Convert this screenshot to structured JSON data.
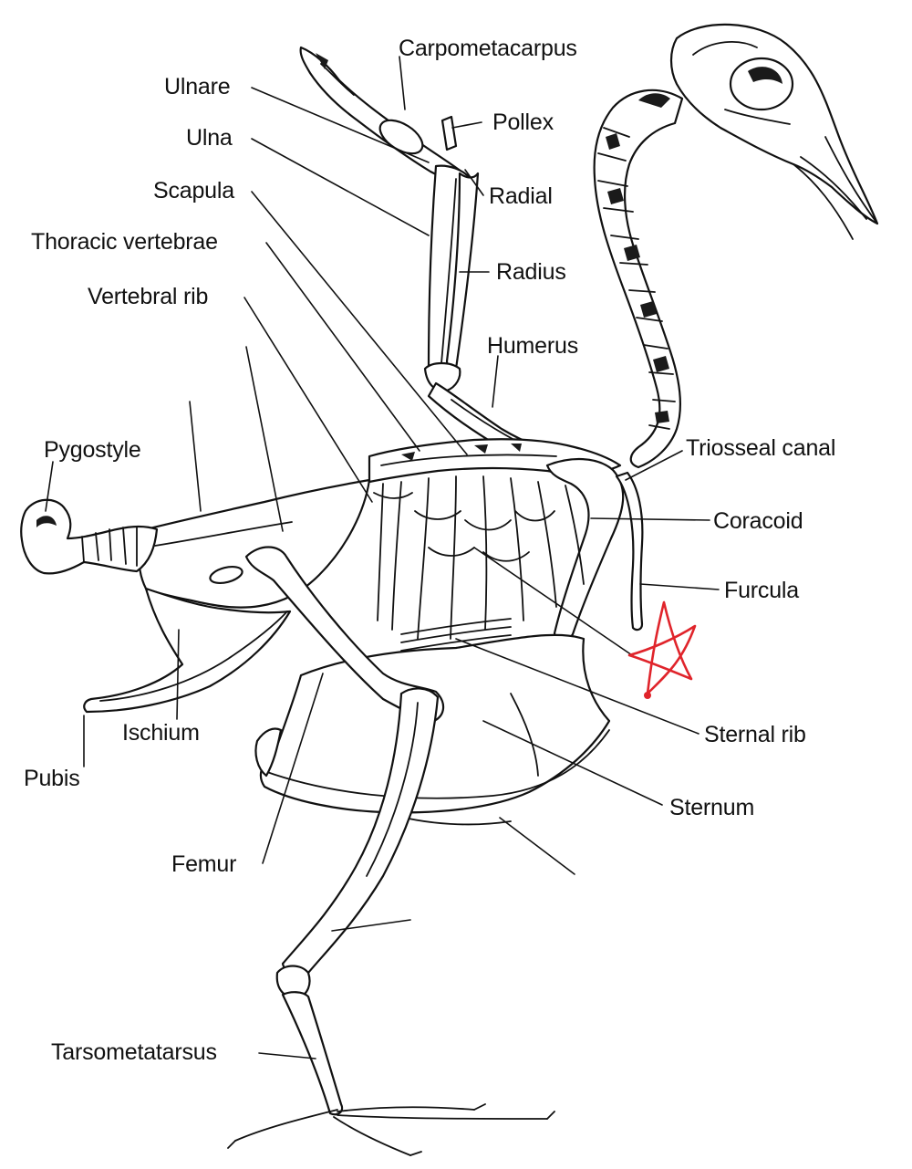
{
  "labels": {
    "carpometacarpus": "Carpometacarpus",
    "ulnare": "Ulnare",
    "pollex": "Pollex",
    "ulna": "Ulna",
    "radial": "Radial",
    "scapula": "Scapula",
    "thoracic_vertebrae": "Thoracic vertebrae",
    "radius": "Radius",
    "vertebral_rib": "Vertebral rib",
    "humerus": "Humerus",
    "pygostyle": "Pygostyle",
    "triosseal_canal": "Triosseal canal",
    "coracoid": "Coracoid",
    "furcula": "Furcula",
    "ischium": "Ischium",
    "sternal_rib": "Sternal rib",
    "pubis": "Pubis",
    "sternum": "Sternum",
    "femur": "Femur",
    "tarsometatarsus": "Tarsometatarsus"
  },
  "colors": {
    "ink": "#111111",
    "annotation_mark": "#e0242b"
  },
  "annotation": {
    "mark_icon": "hand-drawn-star-icon"
  }
}
